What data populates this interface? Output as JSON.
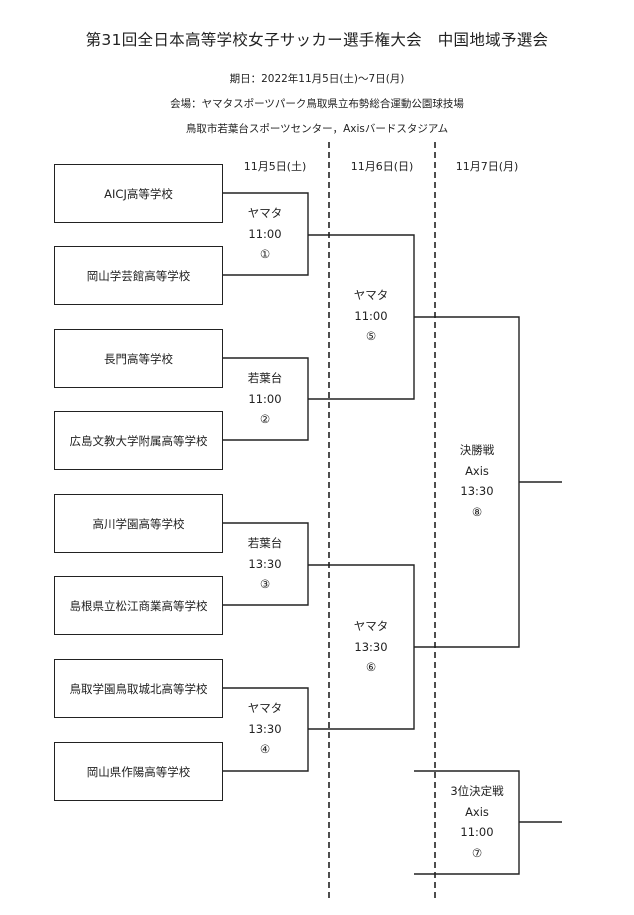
{
  "header": {
    "title": "第31回全日本高等学校女子サッカー選手権大会　中国地域予選会",
    "dates": "期日：2022年11月5日(土)～7日(月)",
    "venue_line1": "会場：ヤマタスポーツパーク鳥取県立布勢総合運動公園球技場",
    "venue_line2": "鳥取市若葉台スポーツセンター，Axisバードスタジアム"
  },
  "days": [
    "11月5日(土)",
    "11月6日(日)",
    "11月7日(月)"
  ],
  "teams": [
    "AICJ高等学校",
    "岡山学芸館高等学校",
    "長門高等学校",
    "広島文教大学附属高等学校",
    "高川学園高等学校",
    "島根県立松江商業高等学校",
    "鳥取学園鳥取城北高等学校",
    "岡山県作陽高等学校"
  ],
  "matches": {
    "m1": {
      "venue": "ヤマタ",
      "time": "11:00",
      "no": "①"
    },
    "m2": {
      "venue": "若葉台",
      "time": "11:00",
      "no": "②"
    },
    "m3": {
      "venue": "若葉台",
      "time": "13:30",
      "no": "③"
    },
    "m4": {
      "venue": "ヤマタ",
      "time": "13:30",
      "no": "④"
    },
    "m5": {
      "venue": "ヤマタ",
      "time": "11:00",
      "no": "⑤"
    },
    "m6": {
      "venue": "ヤマタ",
      "time": "13:30",
      "no": "⑥"
    },
    "m8": {
      "stage": "決勝戦",
      "venue": "Axis",
      "time": "13:30",
      "no": "⑧"
    },
    "m7": {
      "stage": "3位決定戦",
      "venue": "Axis",
      "time": "11:00",
      "no": "⑦"
    }
  }
}
